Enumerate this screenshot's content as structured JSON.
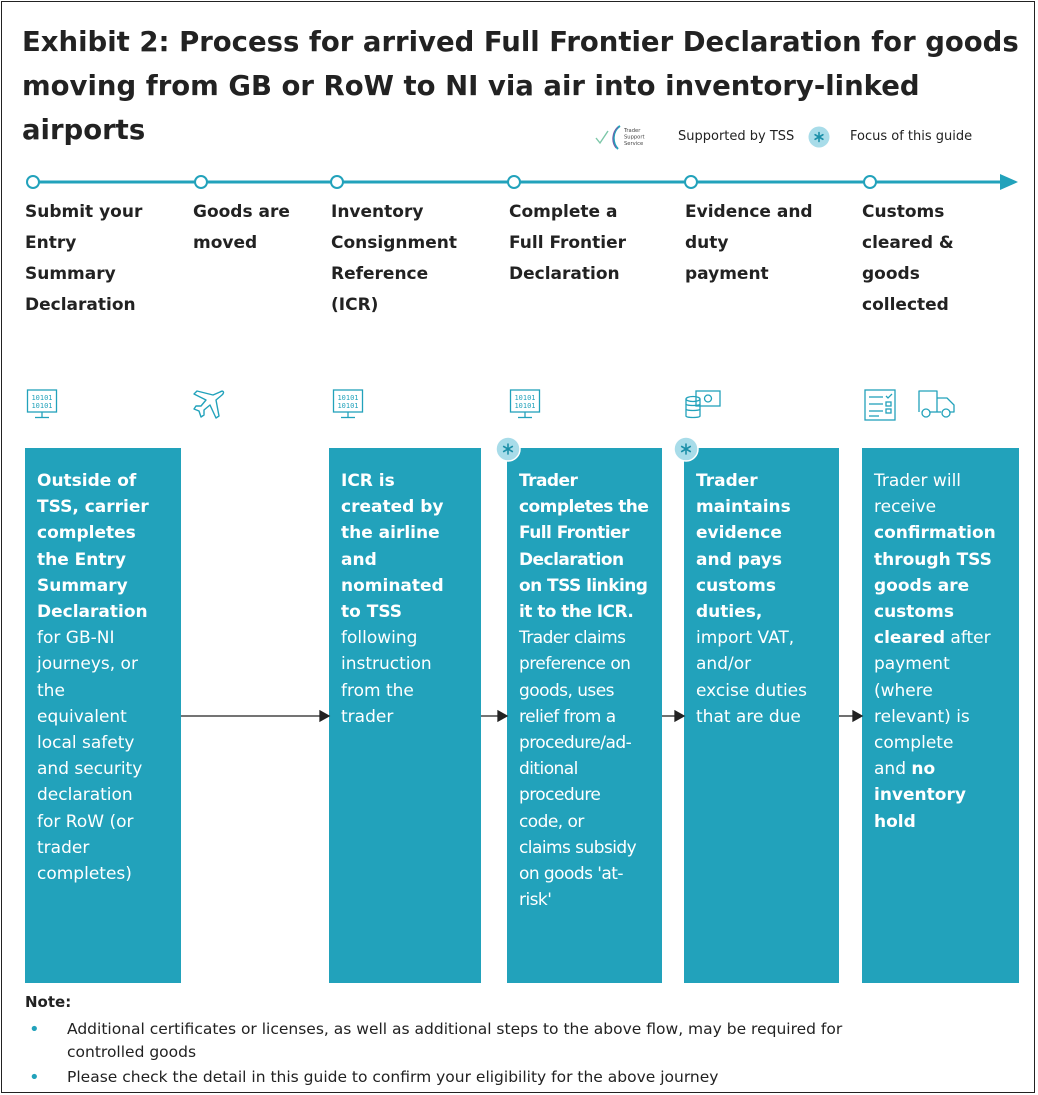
{
  "title": "Exhibit 2: Process for arrived Full Frontier Declaration for goods moving from GB or RoW to NI via air into inventory-linked airports",
  "title_lines": [
    "Exhibit 2: Process for arrived Full Frontier Declaration for goods",
    "moving from GB or RoW to NI via air into inventory-linked airports"
  ],
  "legend": {
    "logo_text": [
      "Trader",
      "Support",
      "Service"
    ],
    "supported_label": "Supported by TSS",
    "focus_label": "Focus of this guide"
  },
  "colors": {
    "accent": "#22a2bb",
    "focus_dot": "#a8dce9",
    "text": "#222222"
  },
  "steps": [
    {
      "title_lines": [
        "Submit your",
        "Entry",
        "Summary",
        "Declaration"
      ],
      "icons": [
        "computer-binary-icon"
      ],
      "focus": false,
      "box": [
        [
          {
            "t": "Outside of",
            "b": true
          }
        ],
        [
          {
            "t": "TSS, carrier",
            "b": true
          }
        ],
        [
          {
            "t": "completes",
            "b": true
          }
        ],
        [
          {
            "t": "the Entry",
            "b": true
          }
        ],
        [
          {
            "t": "Summary",
            "b": true
          }
        ],
        [
          {
            "t": "Declaration",
            "b": true
          },
          {
            "t": "",
            "b": false
          }
        ],
        [
          {
            "t": "for GB-NI",
            "b": false
          }
        ],
        [
          {
            "t": "journeys, or",
            "b": false
          }
        ],
        [
          {
            "t": "the",
            "b": false
          }
        ],
        [
          {
            "t": "equivalent",
            "b": false
          }
        ],
        [
          {
            "t": "local safety",
            "b": false
          }
        ],
        [
          {
            "t": "and security",
            "b": false
          }
        ],
        [
          {
            "t": "declaration",
            "b": false
          }
        ],
        [
          {
            "t": "for RoW (or",
            "b": false
          }
        ],
        [
          {
            "t": "trader",
            "b": false
          }
        ],
        [
          {
            "t": "completes)",
            "b": false
          }
        ]
      ]
    },
    {
      "title_lines": [
        "Goods are",
        "moved"
      ],
      "icons": [
        "airplane-icon"
      ],
      "focus": false,
      "box": []
    },
    {
      "title_lines": [
        "Inventory",
        "Consignment",
        "Reference",
        "(ICR)"
      ],
      "icons": [
        "computer-binary-icon"
      ],
      "focus": false,
      "box": [
        [
          {
            "t": "ICR is",
            "b": true
          }
        ],
        [
          {
            "t": "created by",
            "b": true
          }
        ],
        [
          {
            "t": "the airline",
            "b": true
          }
        ],
        [
          {
            "t": "and",
            "b": true
          }
        ],
        [
          {
            "t": "nominated",
            "b": true
          }
        ],
        [
          {
            "t": "to TSS",
            "b": true
          }
        ],
        [
          {
            "t": "following",
            "b": false
          }
        ],
        [
          {
            "t": "instruction",
            "b": false
          }
        ],
        [
          {
            "t": "from the",
            "b": false
          }
        ],
        [
          {
            "t": "trader",
            "b": false
          }
        ]
      ]
    },
    {
      "title_lines": [
        "Complete a",
        "Full Frontier",
        "Declaration"
      ],
      "icons": [
        "computer-binary-icon"
      ],
      "focus": true,
      "box": [
        [
          {
            "t": "Trader",
            "b": true
          }
        ],
        [
          {
            "t": "completes the",
            "b": true
          }
        ],
        [
          {
            "t": "Full Frontier",
            "b": true
          }
        ],
        [
          {
            "t": "Declaration",
            "b": true
          }
        ],
        [
          {
            "t": "on TSS linking",
            "b": true
          }
        ],
        [
          {
            "t": "it to the ICR.",
            "b": true
          }
        ],
        [
          {
            "t": "Trader claims",
            "b": false
          }
        ],
        [
          {
            "t": "preference on",
            "b": false
          }
        ],
        [
          {
            "t": "goods, uses",
            "b": false
          }
        ],
        [
          {
            "t": "relief from a",
            "b": false
          }
        ],
        [
          {
            "t": "procedure/ad-",
            "b": false
          }
        ],
        [
          {
            "t": "ditional",
            "b": false
          }
        ],
        [
          {
            "t": "procedure",
            "b": false
          }
        ],
        [
          {
            "t": "code, or",
            "b": false
          }
        ],
        [
          {
            "t": "claims subsidy",
            "b": false
          }
        ],
        [
          {
            "t": "on goods 'at-",
            "b": false
          }
        ],
        [
          {
            "t": "risk'",
            "b": false
          }
        ]
      ]
    },
    {
      "title_lines": [
        "Evidence and",
        "duty",
        "payment"
      ],
      "icons": [
        "payment-icon"
      ],
      "focus": true,
      "box": [
        [
          {
            "t": "Trader",
            "b": true
          }
        ],
        [
          {
            "t": "maintains",
            "b": true
          }
        ],
        [
          {
            "t": "evidence",
            "b": true
          }
        ],
        [
          {
            "t": "and pays",
            "b": true
          }
        ],
        [
          {
            "t": "customs",
            "b": true
          }
        ],
        [
          {
            "t": "duties,",
            "b": true
          }
        ],
        [
          {
            "t": "import VAT,",
            "b": false
          }
        ],
        [
          {
            "t": "and/or",
            "b": false
          }
        ],
        [
          {
            "t": "excise duties",
            "b": false
          }
        ],
        [
          {
            "t": "that are due",
            "b": false
          }
        ]
      ]
    },
    {
      "title_lines": [
        "Customs",
        "cleared &",
        "goods",
        "collected"
      ],
      "icons": [
        "checklist-icon",
        "truck-icon"
      ],
      "focus": false,
      "box": [
        [
          {
            "t": "Trader will",
            "b": false
          }
        ],
        [
          {
            "t": "receive",
            "b": false
          }
        ],
        [
          {
            "t": "confirmation",
            "b": true
          }
        ],
        [
          {
            "t": "through TSS",
            "b": true
          }
        ],
        [
          {
            "t": "goods are",
            "b": true
          }
        ],
        [
          {
            "t": "customs",
            "b": true
          }
        ],
        [
          {
            "t": "cleared",
            "b": true
          },
          {
            "t": " after",
            "b": false
          }
        ],
        [
          {
            "t": "payment",
            "b": false
          }
        ],
        [
          {
            "t": "(where",
            "b": false
          }
        ],
        [
          {
            "t": "relevant) is",
            "b": false
          }
        ],
        [
          {
            "t": "complete",
            "b": false
          }
        ],
        [
          {
            "t": "and ",
            "b": false
          },
          {
            "t": "no",
            "b": true
          }
        ],
        [
          {
            "t": "inventory",
            "b": true
          }
        ],
        [
          {
            "t": "hold",
            "b": true
          }
        ]
      ]
    }
  ],
  "note": {
    "heading": "Note:",
    "items": [
      [
        "Additional certificates or licenses, as well as additional steps to the above flow, may be required for",
        "controlled goods"
      ],
      [
        "Please check the detail in this guide to confirm your eligibility for the above journey"
      ]
    ]
  }
}
